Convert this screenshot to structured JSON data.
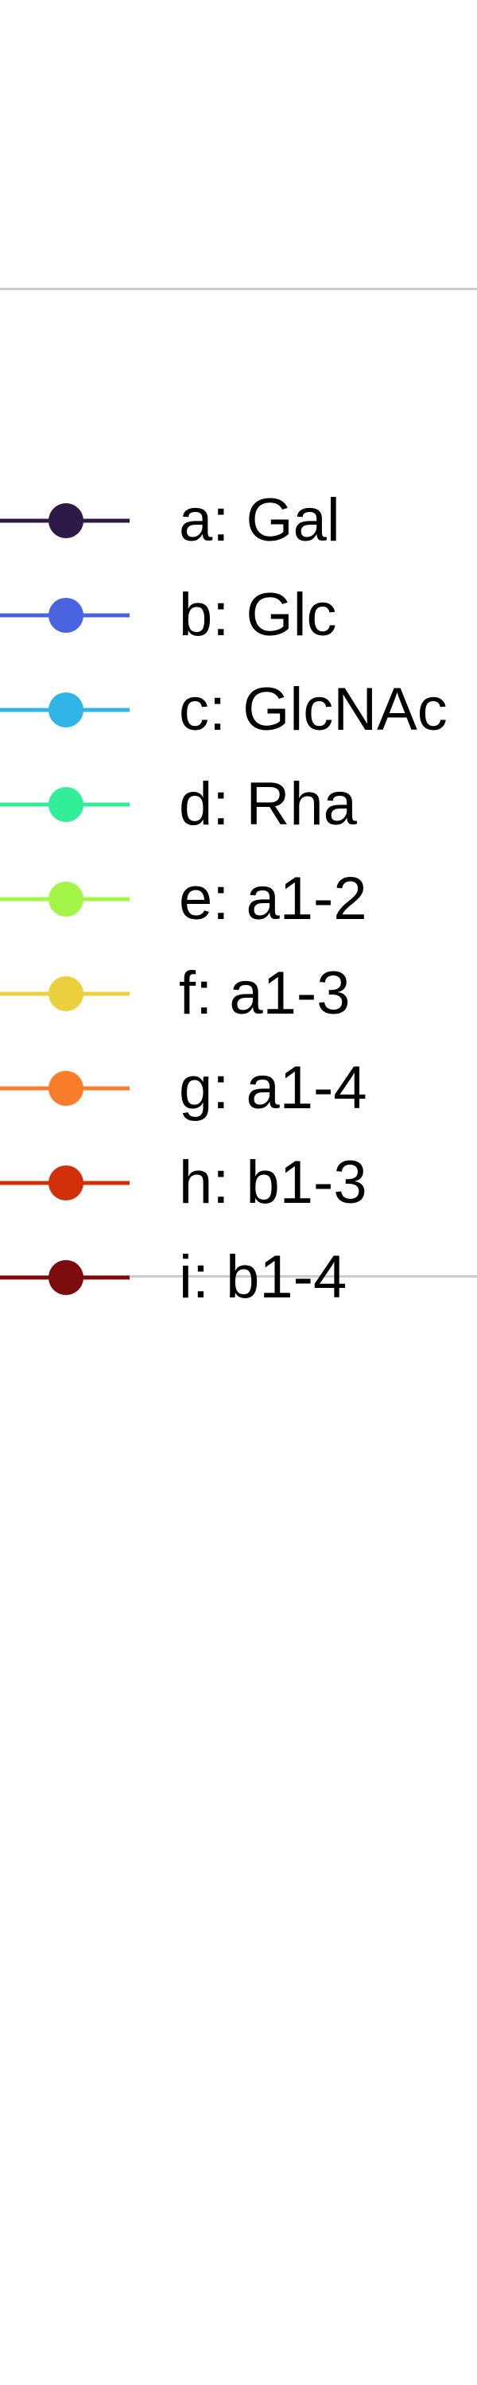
{
  "chart_data": {
    "type": "legend",
    "legend": {
      "entries": [
        {
          "label": "a: Gal",
          "color": "#2e1a47"
        },
        {
          "label": "b: Glc",
          "color": "#4a63e0"
        },
        {
          "label": "c: GlcNAc",
          "color": "#2fb4e6"
        },
        {
          "label": "d: Rha",
          "color": "#33ee99"
        },
        {
          "label": "e: a1-2",
          "color": "#a3f548"
        },
        {
          "label": "f: a1-3",
          "color": "#ecd03e"
        },
        {
          "label": "g: a1-4",
          "color": "#f97d2a"
        },
        {
          "label": "h: b1-3",
          "color": "#d22f0b"
        },
        {
          "label": "i: b1-4",
          "color": "#7c0b0e"
        }
      ],
      "marker": "circle-with-line",
      "frame": true
    }
  }
}
